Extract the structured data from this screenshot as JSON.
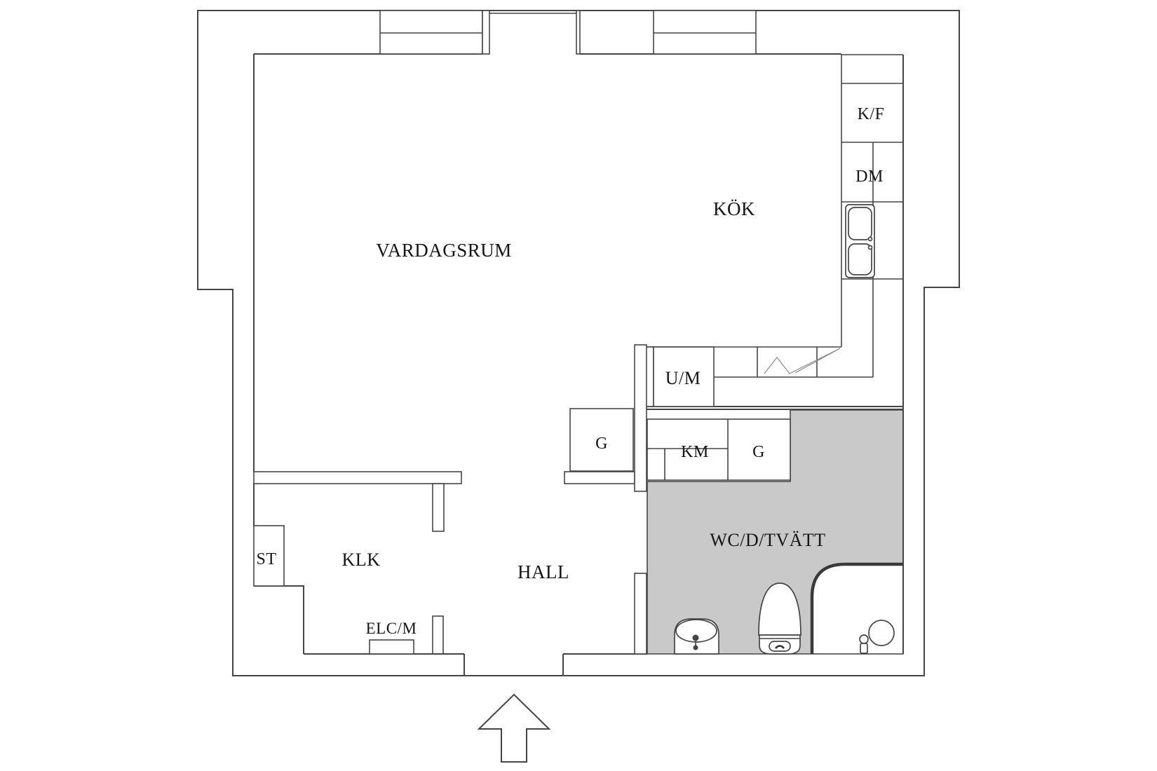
{
  "plan": {
    "type": "apartment-floor-plan",
    "labels": {
      "vardagsrum": "VARDAGSRUM",
      "kok": "KÖK",
      "kf": "K/F",
      "dm": "DM",
      "um": "U/M",
      "g_left": "G",
      "km": "KM",
      "g_right": "G",
      "wc": "WC/D/TVÄTT",
      "st": "ST",
      "klk": "KLK",
      "hall": "HALL",
      "elcm": "ELC/M"
    },
    "colors": {
      "background": "#ffffff",
      "wall_line": "#454545",
      "wet_room_fill": "#c9c9c9",
      "text": "#151515"
    }
  }
}
